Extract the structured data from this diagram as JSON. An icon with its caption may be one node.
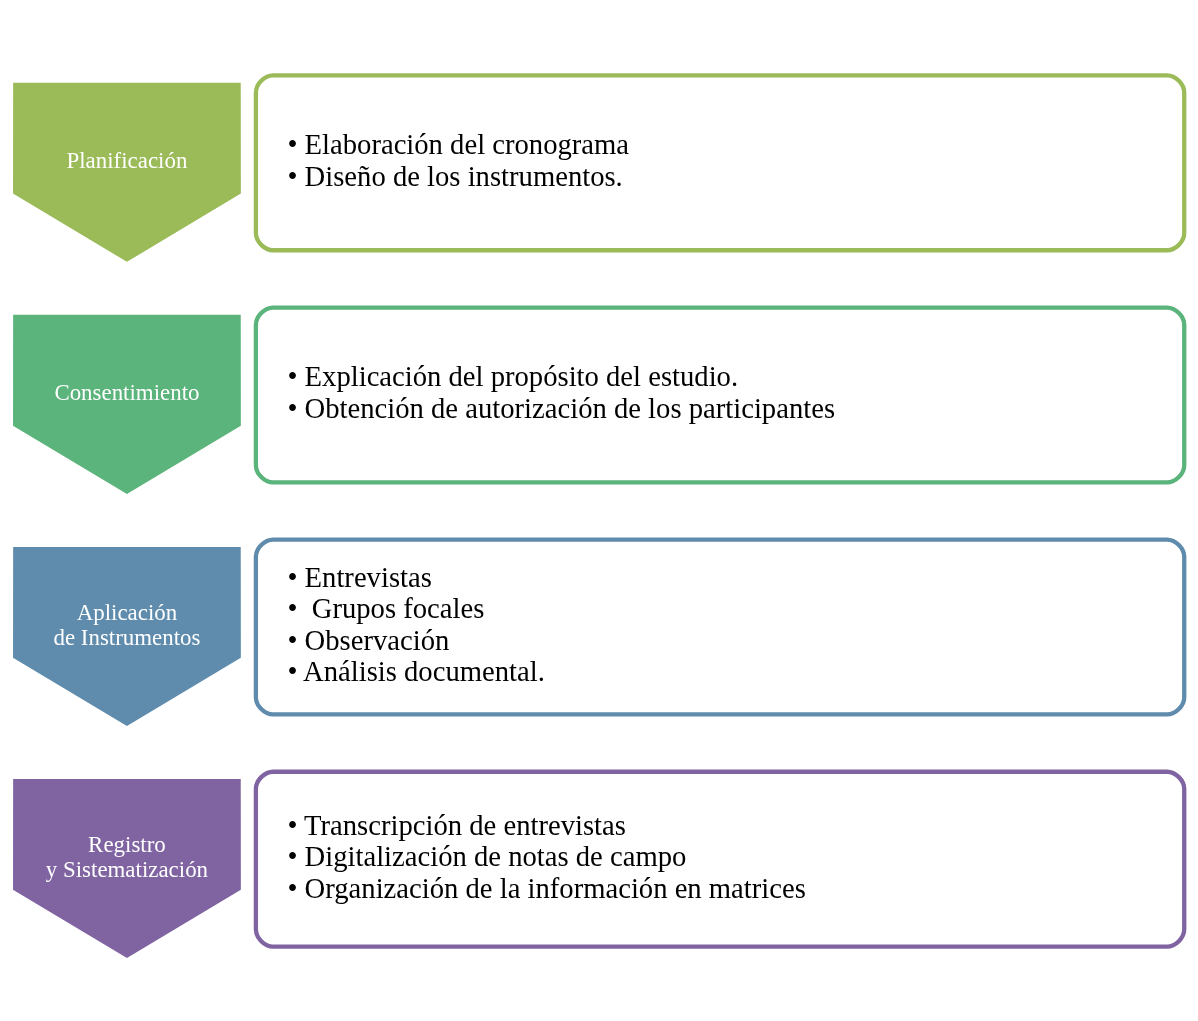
{
  "diagram": {
    "nodes": [
      {
        "text": [
          "Planificación"
        ]
      },
      {
        "text": [
          "• Elaboración del cronograma",
          "• Diseño de los instrumentos."
        ]
      },
      {
        "text": [
          "Consentimiento"
        ]
      },
      {
        "text": [
          "• Explicación del propósito del estudio.",
          "• Obtención de autorización de los participantes"
        ]
      },
      {
        "text": [
          "Aplicación de Instrumentos"
        ]
      },
      {
        "text": [
          "• Entrevistas",
          "•  Grupos focales",
          "• Observación",
          "• Análisis documental."
        ]
      },
      {
        "text": [
          "Registro y Sistematización"
        ]
      },
      {
        "text": [
          "• Transcripción de entrevistas",
          "• Digitalización de notas de campo",
          "• Organización de la información en matrices"
        ]
      }
    ]
  }
}
